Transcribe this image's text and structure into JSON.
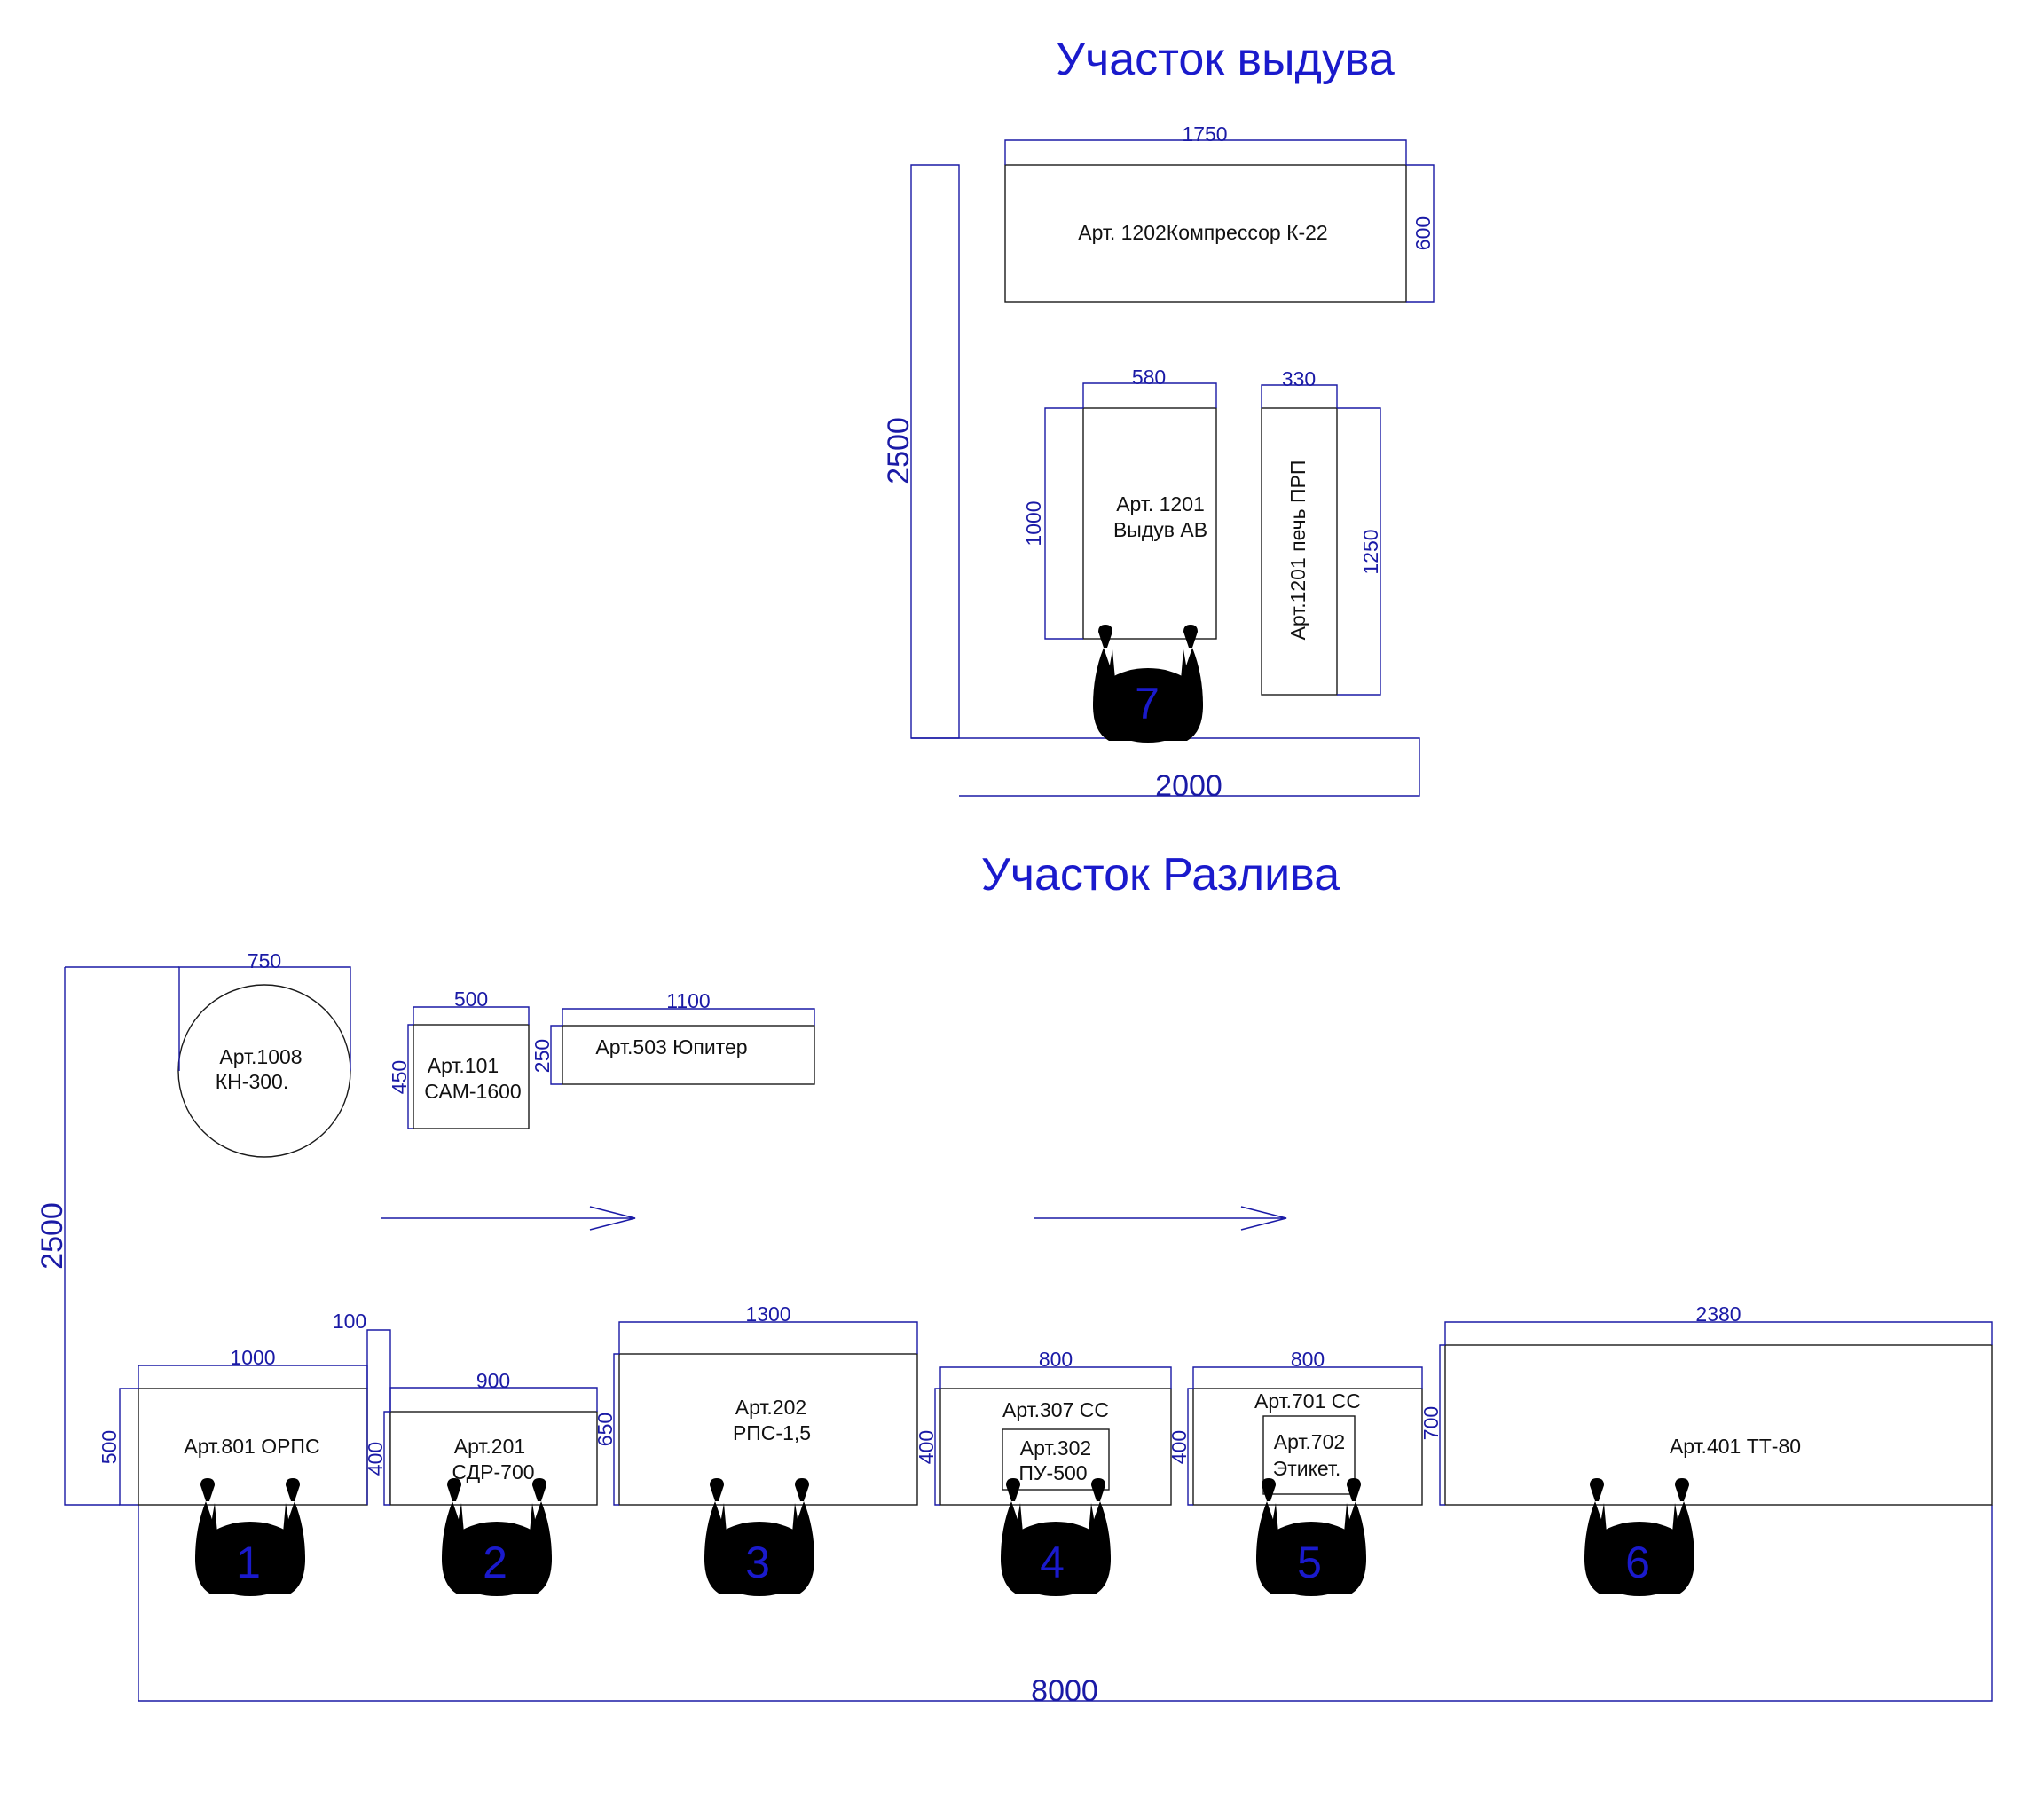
{
  "areas": {
    "blowing_title": "Участок выдува",
    "filling_title": "Участок Разлива"
  },
  "blowing": {
    "dim_width": "2000",
    "dim_height": "2500",
    "compressor": {
      "label": "Арт. 1202Компрессор К-22",
      "w": "1750",
      "h": "600"
    },
    "blower": {
      "label_line1": "Арт. 1201",
      "label_line2": "Выдув АВ",
      "w": "580",
      "h": "1000"
    },
    "oven": {
      "label": "Арт.1201 печь ПРП",
      "w": "330",
      "h": "1250"
    },
    "operator": "7"
  },
  "filling": {
    "dim_width": "8000",
    "dim_height": "2500",
    "kn": {
      "label_line1": "Арт.1008",
      "label_line2": "КН-300.",
      "w": "750"
    },
    "cam": {
      "label_line1": "Арт.101",
      "label_line2": "САМ-1600",
      "w": "500",
      "h": "450"
    },
    "jupiter": {
      "label": "Арт.503 Юпитер",
      "w": "1100",
      "h": "250"
    },
    "orps": {
      "label": "Арт.801 ОРПС",
      "w": "1000",
      "h": "500"
    },
    "gap": {
      "w": "100"
    },
    "sdr": {
      "label_line1": "Арт.201",
      "label_line2": "СДР-700",
      "w": "900",
      "h": "400"
    },
    "rps": {
      "label_line1": "Арт.202",
      "label_line2": "РПС-1,5",
      "w": "1300",
      "h": "650"
    },
    "cc307": {
      "label": "Арт.307 СС",
      "w": "800",
      "h": "400",
      "inner_line1": "Арт.302",
      "inner_line2": "ПУ-500"
    },
    "cc701": {
      "label": "Арт.701 СС",
      "w": "800",
      "h": "400",
      "inner_line1": "Арт.702",
      "inner_line2": "Этикет."
    },
    "tt80": {
      "label": "Арт.401 ТТ-80",
      "w": "2380",
      "h": "700"
    },
    "operators": [
      "1",
      "2",
      "3",
      "4",
      "5",
      "6"
    ]
  }
}
